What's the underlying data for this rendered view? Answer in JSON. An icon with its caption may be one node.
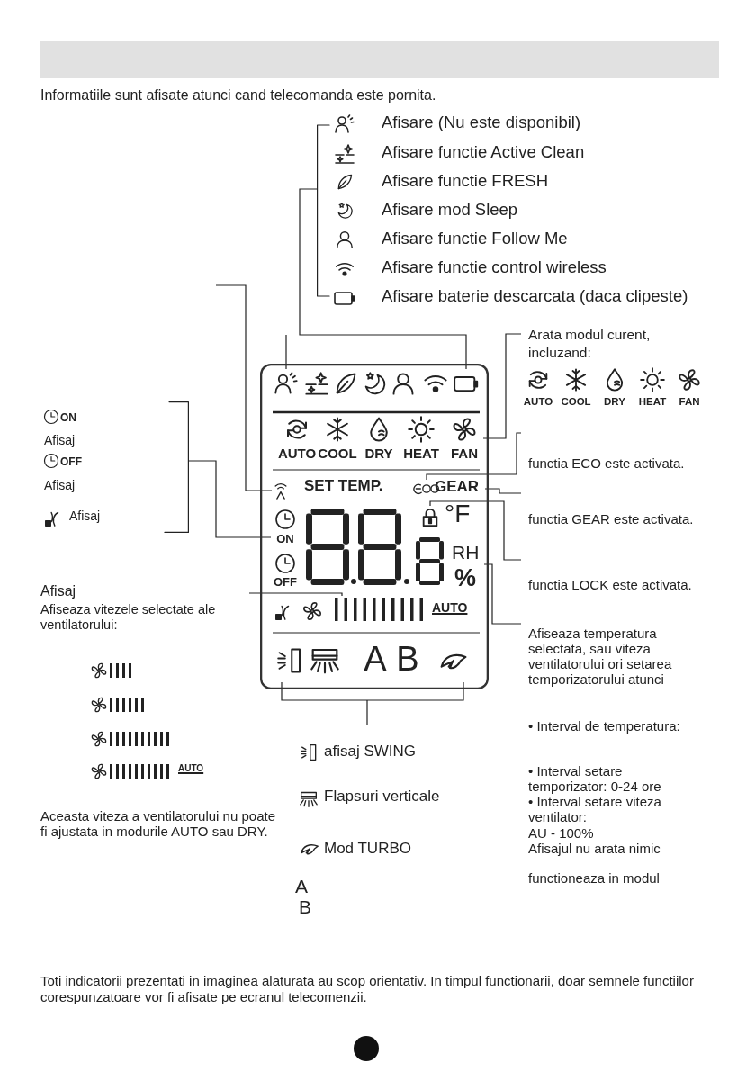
{
  "diagram": {
    "nodes": [
      {
        "text": [
          "Afisare (Nu este disponibil)",
          "Afisare functie Active Clean",
          "Afisare functie FRESH",
          "Afisare mod Sleep",
          "Afisare functie Follow Me",
          "Afisare functie control wireless",
          "Afisare baterie descarcata (daca clipeste)"
        ]
      },
      {
        "text": [],
        "shape": "box"
      },
      {
        "text": [],
        "shape": "picture",
        "in": 1
      },
      {
        "text": [
          "AUTO",
          "COOL",
          "DRY",
          "HEAT",
          "FAN"
        ],
        "in": 1
      },
      {
        "text": [],
        "shape": "picture",
        "in": 1
      },
      {
        "text": [],
        "shape": "picture",
        "in": 1
      },
      {
        "text": [
          "GEAR"
        ],
        "in": 1
      },
      {
        "text": [
          "ON",
          "OFF"
        ],
        "in": 1
      },
      {
        "text": [],
        "shape": "picture",
        "in": 1
      },
      {
        "text": [
          "°F",
          "RH",
          "%"
        ],
        "in": 1
      },
      {
        "text": [
          "AUTO"
        ],
        "in": 1
      },
      {
        "text": [
          "A",
          "B"
        ],
        "in": 1
      },
      {
        "text": [
          "Arata modul curent, incluzand:",
          "AUTO",
          "COOL",
          "DRY",
          "HEAT",
          "FAN"
        ]
      },
      {
        "text": [
          "functia ECO este activata."
        ]
      },
      {
        "text": [
          "ON",
          "Afisaj",
          "OFF",
          "Afisaj",
          "Afisaj"
        ]
      },
      {
        "text": [
          "functia GEAR este activata."
        ]
      },
      {
        "text": [
          "functia LOCK este activata."
        ]
      },
      {
        "text": [
          "Afisaj",
          "Afiseaza vitezele selectate ale ventilatorului:"
        ]
      },
      {
        "text": [
          "Afiseaza temperatura selectata, sau viteza ventilatorului ori setarea temporizatorului atunci",
          "• Interval de temperatura:",
          "• Interval setare temporizator: 0-24 ore",
          "• Interval setare viteza ventilator:",
          "AU - 100%",
          "Afisajul nu arata nimic",
          "functioneaza in modul"
        ]
      },
      {
        "text": [
          "afisaj SWING",
          "Flapsuri verticale",
          "Mod TURBO",
          "A",
          "B"
        ]
      }
    ],
    "edges": [
      {
        "from": 0,
        "to": 2,
        "arrow": "none"
      },
      {
        "from": 12,
        "to": 3,
        "arrow": "none"
      },
      {
        "from": 13,
        "to": 5,
        "arrow": "none"
      },
      {
        "from": 15,
        "to": 6,
        "arrow": "none"
      },
      {
        "from": 16,
        "to": 8,
        "arrow": "none"
      },
      {
        "from": 18,
        "to": 9,
        "arrow": "none"
      },
      {
        "from": null,
        "to": 4,
        "arrow": "none"
      },
      {
        "from": 14,
        "to": 7,
        "arrow": "none"
      },
      {
        "from": 17,
        "to": 10,
        "arrow": "none"
      },
      {
        "from": 11,
        "to": 19,
        "arrow": "none"
      }
    ],
    "labels": [
      "Informatiile sunt afisate atunci cand telecomanda este pornita.",
      "SET TEMP.",
      "AUTO",
      "Aceasta viteza a ventilatorului nu poate fi ajustata in modurile AUTO sau DRY.",
      "Toti indicatorii prezentati in imaginea alaturata au scop orientativ. In timpul functionarii, doar semnele functiilor corespunzatoare vor fi afisate pe ecranul telecomenzii."
    ]
  }
}
